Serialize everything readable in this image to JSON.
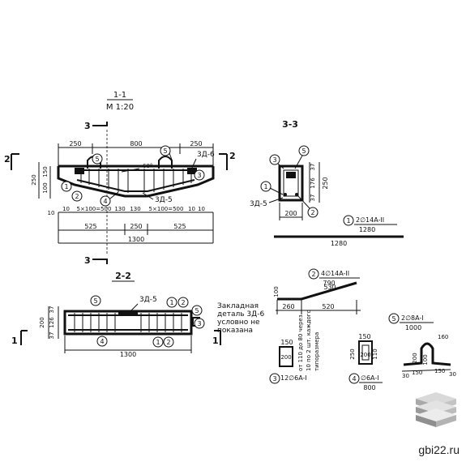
{
  "section11": {
    "title": "1-1",
    "scale": "М 1:20",
    "cut3_top": "3",
    "cut3_bottom": "3",
    "cut2_left": "2",
    "cut2_right": "2",
    "dim_top": [
      "250",
      "800",
      "250"
    ],
    "dim_left": [
      "250",
      "100",
      "150"
    ],
    "dim_row1": [
      "10",
      "10",
      "5×100=500",
      "130",
      "130",
      "5×100=500",
      "10",
      "10"
    ],
    "dim_row2": [
      "525",
      "250",
      "525"
    ],
    "dim_total": "1300",
    "angle": "60°",
    "embed_top": "3Д-6",
    "embed_bottom": "3Д-5",
    "m1": "1",
    "m2": "2",
    "m3": "3",
    "m4": "4",
    "m5a": "5",
    "m5b": "5"
  },
  "section33": {
    "title": "3-3",
    "dim_right": [
      "37",
      "176",
      "37",
      "250"
    ],
    "dim_bottom": "200",
    "embed": "3Д-5",
    "m1": "1",
    "m2": "2",
    "m3": "3",
    "m5": "5"
  },
  "bar1": {
    "mark": "1",
    "spec": "2∅14A-II",
    "len": "1280",
    "dim": "1280"
  },
  "section22": {
    "title": "2-2",
    "cut1_left": "1",
    "cut1_right": "1",
    "embed": "3Д-5",
    "dim_left": [
      "37",
      "126",
      "37",
      "200"
    ],
    "dim_total": "1300",
    "m1a": "1",
    "m2a": "2",
    "m1b": "1",
    "m2b": "2",
    "m3": "3",
    "m4": "4",
    "m5a": "5",
    "m5b": "5"
  },
  "note": [
    "Закладная",
    "деталь 3Д-6",
    "условно не",
    "показана"
  ],
  "bar2": {
    "mark": "2",
    "spec": "4∅14A-II",
    "len": "790",
    "dims": [
      "530",
      "260",
      "520",
      "100"
    ]
  },
  "bar3": {
    "mark": "3",
    "spec": "12∅6A-I",
    "w": "150",
    "h": "200"
  },
  "bar3_note": [
    "от 110 до 80 через",
    "10 по 2 шт. каждого",
    "типоразмера"
  ],
  "bar4": {
    "mark": "4",
    "spec": "∅6A-I",
    "len": "800",
    "w": "150",
    "h1": "250",
    "h2": "200",
    "h3": "110"
  },
  "bar5": {
    "mark": "5",
    "spec": "2∅8A-I",
    "len": "1000",
    "dims": [
      "160",
      "100",
      "200",
      "30",
      "150",
      "150",
      "30"
    ]
  },
  "site": "gbi22.ru"
}
